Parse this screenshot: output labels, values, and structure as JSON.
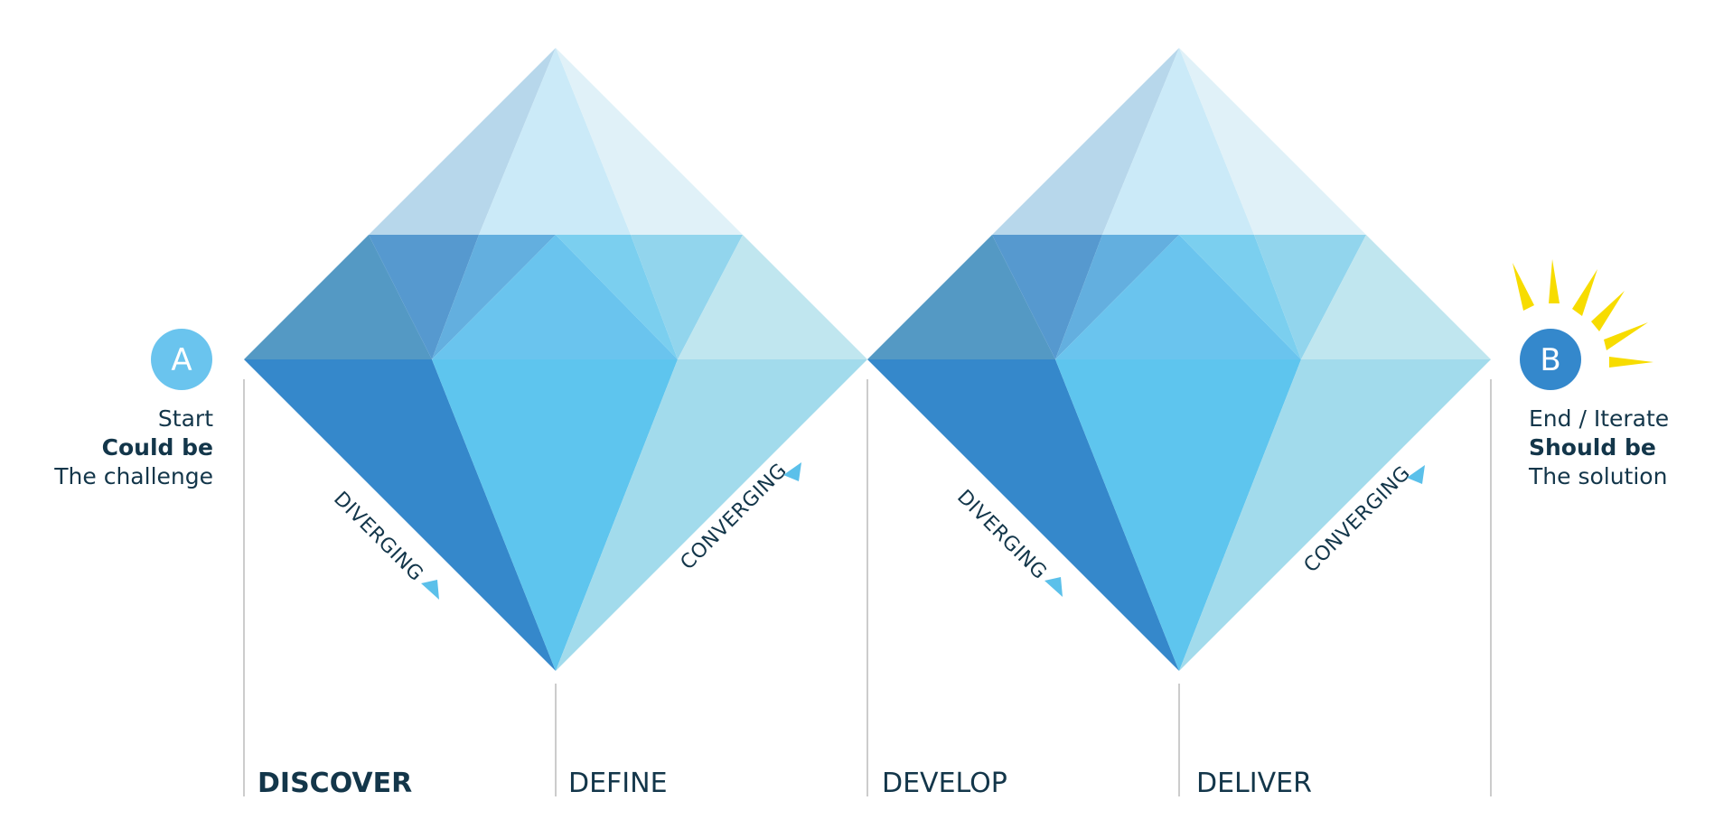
{
  "start": {
    "node_label": "A",
    "line1": "Start",
    "line2": "Could be",
    "line3": "The challenge"
  },
  "end": {
    "node_label": "B",
    "line1": "End / Iterate",
    "line2": "Should be",
    "line3": "The solution"
  },
  "flows": {
    "diverging": "DIVERGING",
    "converging": "CONVERGING"
  },
  "phases": [
    "DISCOVER",
    "DEFINE",
    "DEVELOP",
    "DELIVER"
  ],
  "active_phase": "DISCOVER",
  "colors": {
    "text": "#13364a",
    "node_a": "#6ac4ee",
    "node_b": "#3488cc",
    "sun": "#f7dc00",
    "divider": "#cccccc",
    "arrow": "#5bc0ea"
  },
  "icons": [
    "sun-icon",
    "arrow-icon"
  ]
}
